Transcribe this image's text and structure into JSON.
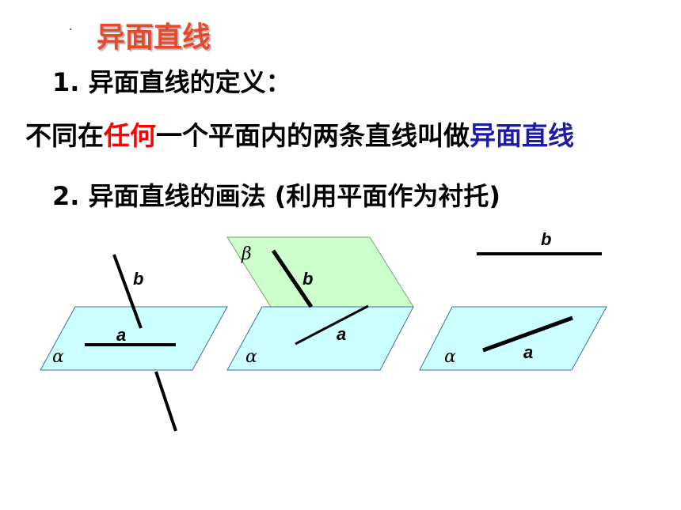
{
  "title": "异面直线",
  "heading1": "1. 异面直线的定义：",
  "definition": {
    "part1": "不同在",
    "highlight_red": "任何",
    "part2": "一个平面内的两条直线叫做",
    "highlight_blue": "异面直线"
  },
  "heading2": "2. 异面直线的画法 (利用平面作为衬托)",
  "figures": [
    {
      "plane_label": "α",
      "line_a_label": "a",
      "line_b_label": "b"
    },
    {
      "plane_label": "α",
      "plane2_label": "β",
      "line_a_label": "a",
      "line_b_label": "b"
    },
    {
      "plane_label": "α",
      "line_a_label": "a",
      "line_b_label": "b"
    }
  ],
  "colors": {
    "title": "#e8492a",
    "highlight_red": "#ff0000",
    "highlight_blue": "#1c1ca8",
    "plane_alpha": "#ccffff",
    "plane_beta": "#ccffcc"
  }
}
